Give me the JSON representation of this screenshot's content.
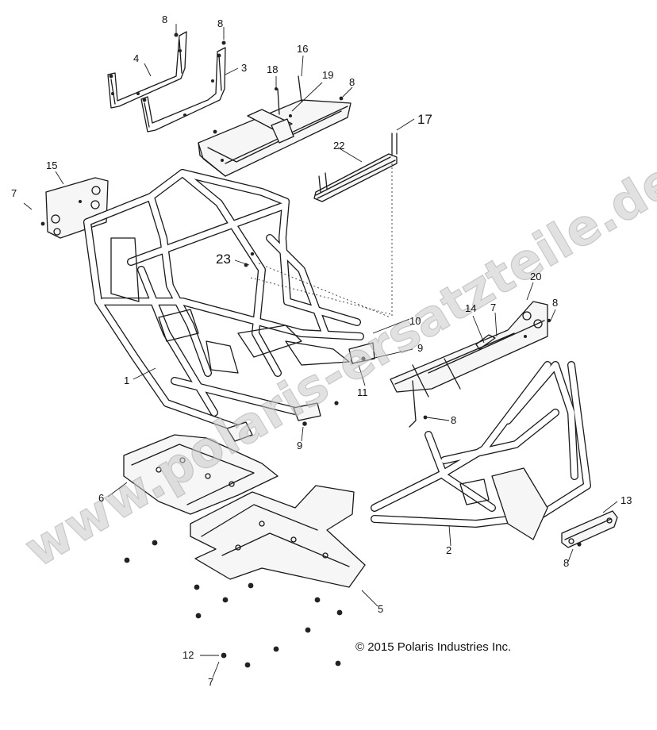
{
  "diagram": {
    "copyright": "© 2015 Polaris Industries Inc.",
    "watermark": "www.polaris-ersatzteile.de",
    "callouts": [
      {
        "id": "c-8a",
        "text": "8"
      },
      {
        "id": "c-8b",
        "text": "8"
      },
      {
        "id": "c-4",
        "text": "4"
      },
      {
        "id": "c-3",
        "text": "3"
      },
      {
        "id": "c-18",
        "text": "18"
      },
      {
        "id": "c-16",
        "text": "16"
      },
      {
        "id": "c-19",
        "text": "19"
      },
      {
        "id": "c-8c",
        "text": "8"
      },
      {
        "id": "c-17",
        "text": "17"
      },
      {
        "id": "c-22",
        "text": "22"
      },
      {
        "id": "c-15",
        "text": "15"
      },
      {
        "id": "c-7a",
        "text": "7"
      },
      {
        "id": "c-23",
        "text": "23"
      },
      {
        "id": "c-20",
        "text": "20"
      },
      {
        "id": "c-14",
        "text": "14"
      },
      {
        "id": "c-7b",
        "text": "7"
      },
      {
        "id": "c-8d",
        "text": "8"
      },
      {
        "id": "c-10",
        "text": "10"
      },
      {
        "id": "c-9a",
        "text": "9"
      },
      {
        "id": "c-1",
        "text": "1"
      },
      {
        "id": "c-11",
        "text": "11"
      },
      {
        "id": "c-8e",
        "text": "8"
      },
      {
        "id": "c-9b",
        "text": "9"
      },
      {
        "id": "c-6",
        "text": "6"
      },
      {
        "id": "c-13",
        "text": "13"
      },
      {
        "id": "c-2",
        "text": "2"
      },
      {
        "id": "c-8f",
        "text": "8"
      },
      {
        "id": "c-5",
        "text": "5"
      },
      {
        "id": "c-12",
        "text": "12"
      },
      {
        "id": "c-7c",
        "text": "7"
      }
    ]
  }
}
